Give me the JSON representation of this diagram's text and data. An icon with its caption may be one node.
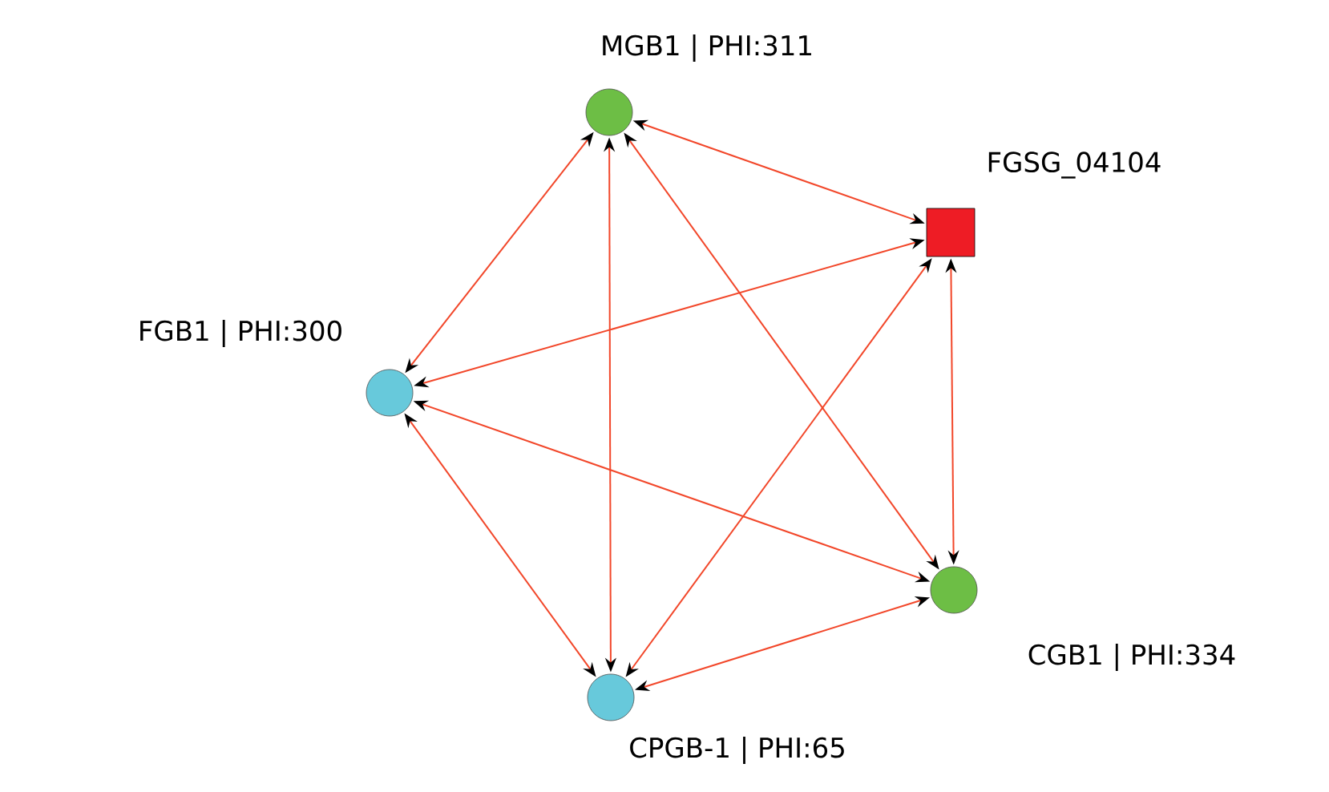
{
  "diagram": {
    "nodes": [
      {
        "text": [
          "MGB1 | PHI:311"
        ]
      },
      {
        "text": [
          "FGSG_04104"
        ]
      },
      {
        "text": [
          "FGB1 | PHI:300"
        ]
      },
      {
        "text": [
          "CGB1 | PHI:334"
        ]
      },
      {
        "text": [
          "CPGB-1 | PHI:65"
        ]
      }
    ],
    "edges": [
      {
        "from": 0,
        "to": 1,
        "arrow": "both"
      },
      {
        "from": 0,
        "to": 2,
        "arrow": "both"
      },
      {
        "from": 0,
        "to": 3,
        "arrow": "both"
      },
      {
        "from": 0,
        "to": 4,
        "arrow": "both"
      },
      {
        "from": 1,
        "to": 2,
        "arrow": "both"
      },
      {
        "from": 1,
        "to": 3,
        "arrow": "both"
      },
      {
        "from": 1,
        "to": 4,
        "arrow": "both"
      },
      {
        "from": 2,
        "to": 3,
        "arrow": "both"
      },
      {
        "from": 2,
        "to": 4,
        "arrow": "both"
      },
      {
        "from": 3,
        "to": 4,
        "arrow": "both"
      }
    ]
  }
}
